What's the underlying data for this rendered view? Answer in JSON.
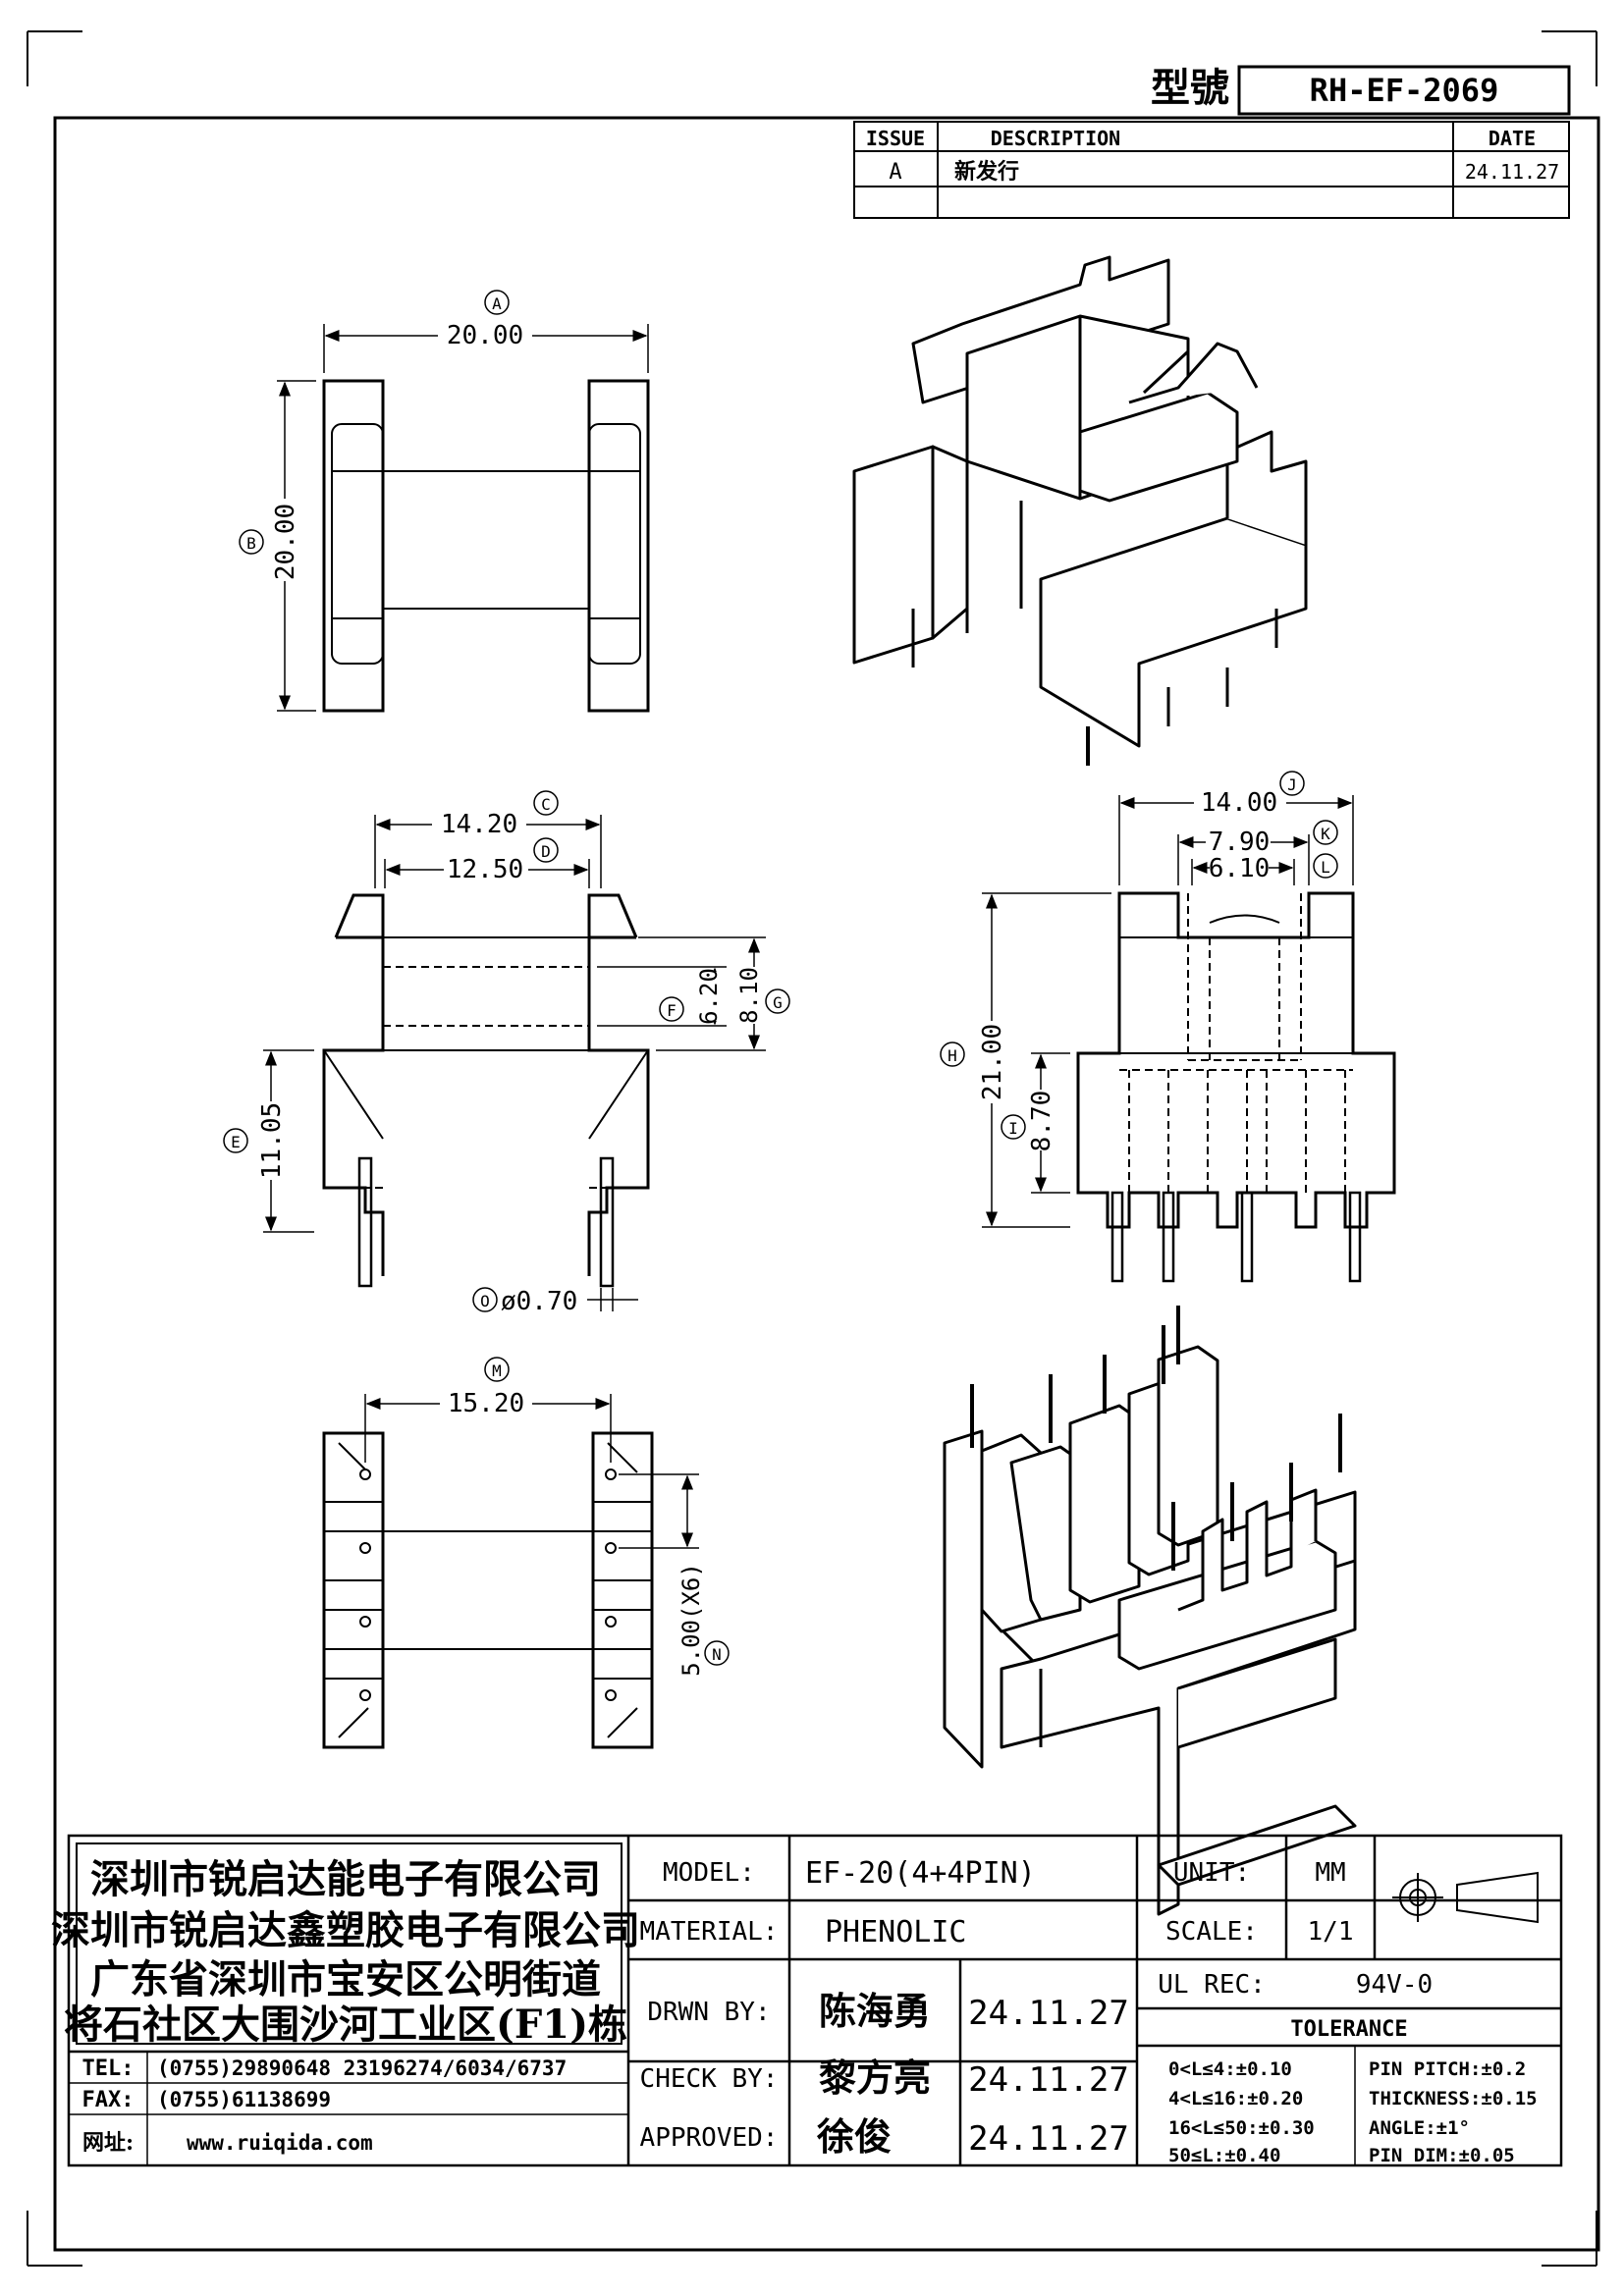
{
  "header": {
    "model_label": "型號",
    "model_no": "RH-EF-2069"
  },
  "revision": {
    "headers": {
      "issue": "ISSUE",
      "description": "DESCRIPTION",
      "date": "DATE"
    },
    "rows": [
      {
        "issue": "A",
        "description": "新发行",
        "date": "24.11.27"
      }
    ]
  },
  "dims": {
    "A": "20.00",
    "B": "20.00",
    "C": "14.20",
    "D": "12.50",
    "E": "11.05",
    "F": "6.20",
    "G": "8.10",
    "H": "21.00",
    "I": "8.70",
    "J": "14.00",
    "K": "7.90",
    "L": "6.10",
    "M": "15.20",
    "N": "5.00(X6)",
    "O": "ø0.70"
  },
  "markers": {
    "A": "A",
    "B": "B",
    "C": "C",
    "D": "D",
    "E": "E",
    "F": "F",
    "G": "G",
    "H": "H",
    "I": "I",
    "J": "J",
    "K": "K",
    "L": "L",
    "M": "M",
    "N": "N",
    "O": "O"
  },
  "company": {
    "line1": "深圳市锐启达能电子有限公司",
    "line2": "深圳市锐启达鑫塑胶电子有限公司",
    "line3": "广东省深圳市宝安区公明街道",
    "line4": "将石社区大围沙河工业区(F1)栋"
  },
  "contact": {
    "tel_label": "TEL:",
    "tel": "(0755)29890648  23196274/6034/6737",
    "fax_label": "FAX:",
    "fax": "(0755)61138699",
    "web_label": "网址:",
    "web": "www.ruiqida.com"
  },
  "titleblock": {
    "model_label": "MODEL:",
    "model": "EF-20(4+4PIN)",
    "material_label": "MATERIAL:",
    "material": "PHENOLIC",
    "drawn_label": "DRWN BY:",
    "drawn": "陈海勇",
    "drawn_date": "24.11.27",
    "check_label": "CHECK BY:",
    "check": "黎方亮",
    "check_date": "24.11.27",
    "approved_label": "APPROVED:",
    "approved": "徐俊",
    "approved_date": "24.11.27",
    "unit_label": "UNIT:",
    "unit": "MM",
    "scale_label": "SCALE:",
    "scale": "1/1",
    "ul_label": "UL REC:",
    "ul": "94V-0",
    "tolerance_label": "TOLERANCE",
    "tol1": "0<L≤4:±0.10",
    "tol2": "4<L≤16:±0.20",
    "tol3": "16<L≤50:±0.30",
    "tol4": "50≤L:±0.40",
    "pitch": "PIN PITCH:±0.2",
    "thickness": "THICKNESS:±0.15",
    "angle": "ANGLE:±1°",
    "pin_dim": "PIN DIM:±0.05"
  }
}
